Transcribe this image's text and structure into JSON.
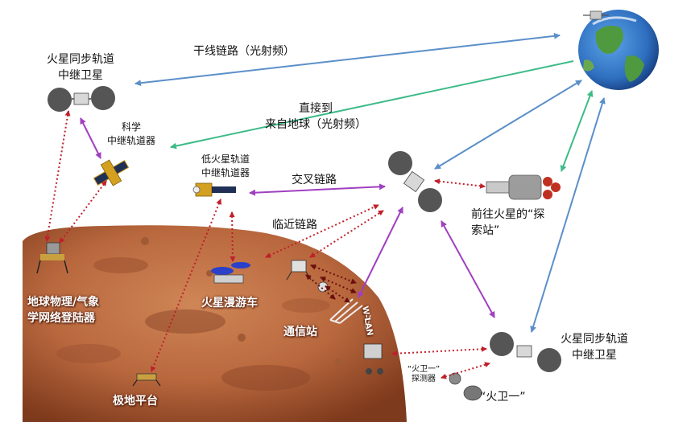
{
  "labels": {
    "mars_sync_relay_top": [
      "火星同步轨道",
      "中继卫星"
    ],
    "trunk_link": "干线链路（光射频）",
    "direct_earth": [
      "直接到",
      "来自地球（光射频）"
    ],
    "science_relay": [
      "科学",
      "中继轨道器"
    ],
    "low_orbit_relay": [
      "低火星轨道",
      "中继轨道器"
    ],
    "cross_link": "交叉链路",
    "proximity_link": "临近链路",
    "explorer_station": [
      "前往火星的“探",
      "索站”"
    ],
    "geo_lander": [
      "地球物理/气象",
      "学网络登陆器"
    ],
    "mars_rover": "火星漫游车",
    "comm_station": "通信站",
    "wlan": "W-LAN",
    "mars_sync_relay_bottom": [
      "火星同步轨道",
      "中继卫星"
    ],
    "phobos_probe": [
      "“火卫一”",
      "探测器"
    ],
    "phobos": "“火卫一”",
    "polar_platform": "极地平台"
  },
  "colors": {
    "trunk_link": "#5b8fc9",
    "direct_link": "#3dbb88",
    "cross_link": "#a040c0",
    "proximity_link": "#c0202a",
    "mars": "#b9683e",
    "earth_ocean": "#2f6fc0"
  },
  "icons": [
    "satellite-icon",
    "earth-icon",
    "lander-icon",
    "rover-icon",
    "antenna-icon",
    "spacecraft-icon",
    "moon-icon"
  ]
}
